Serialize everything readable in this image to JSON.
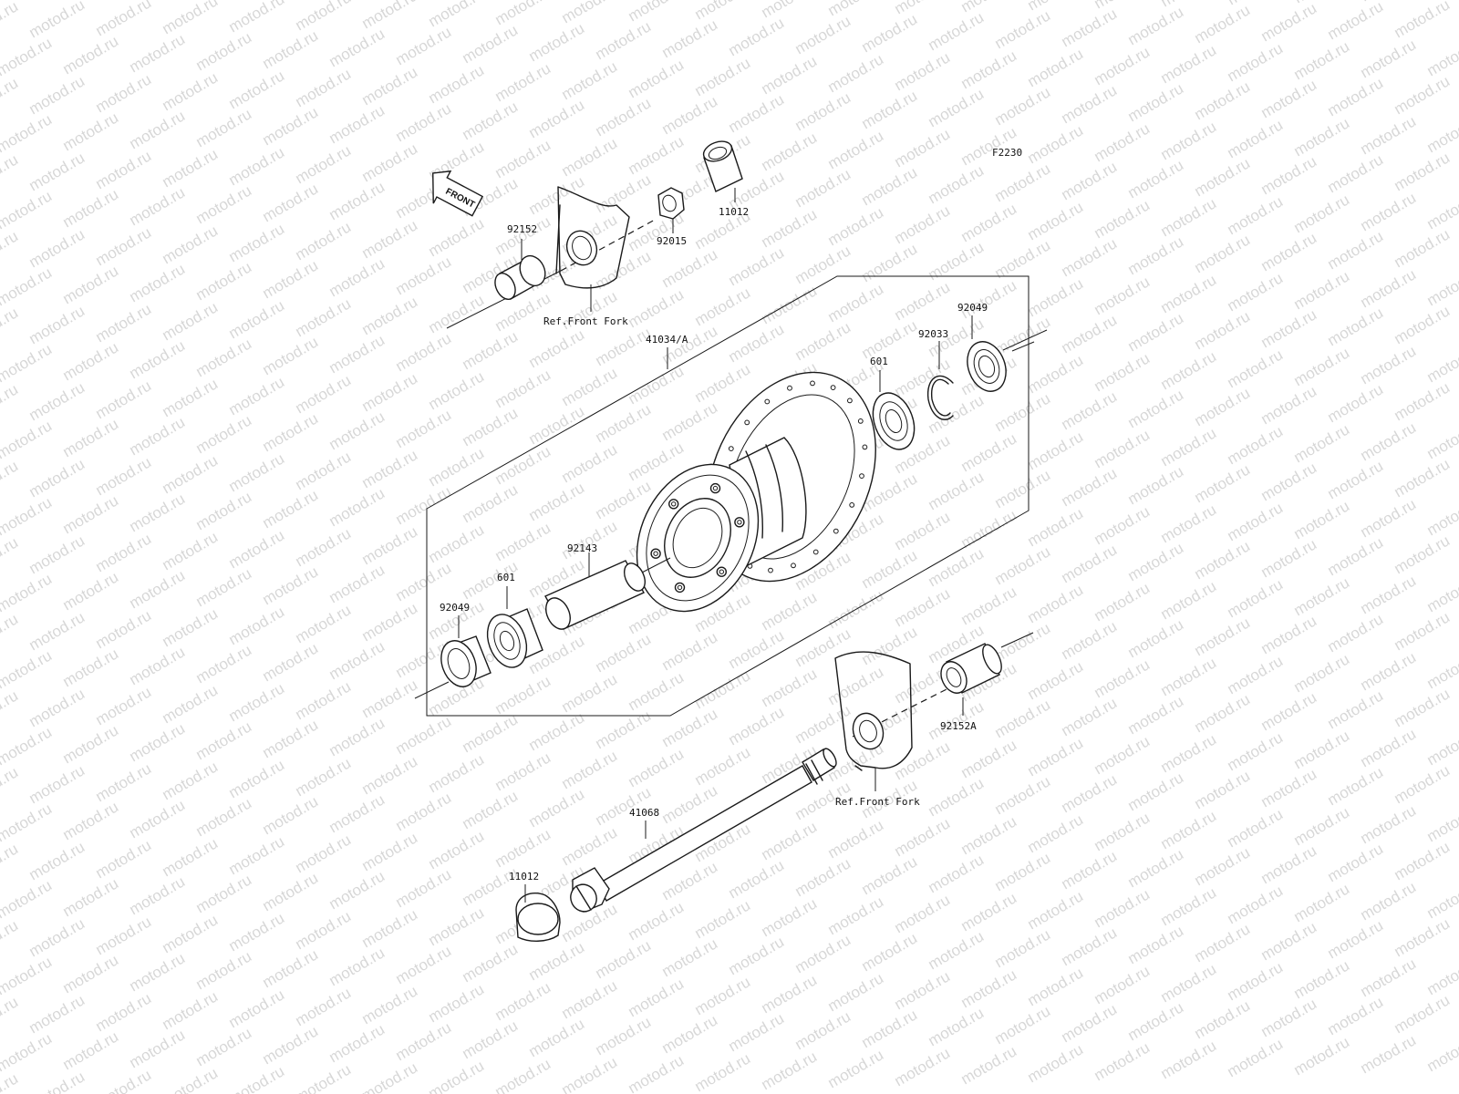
{
  "diagram_code": "F2230",
  "watermark": "motod.ru",
  "front_marker": "FRONT",
  "ref_labels": {
    "upper": "Ref.Front Fork",
    "lower": "Ref.Front Fork"
  },
  "parts": {
    "cap_top": "11012",
    "nut_top": "92015",
    "collar_left": "92152",
    "hub_assembly": "41034/A",
    "seal_right": "92049",
    "circlip": "92033",
    "bearing_right": "601",
    "spacer": "92143",
    "bearing_left": "601",
    "seal_left": "92049",
    "collar_right": "92152A",
    "axle": "41068",
    "cap_bottom": "11012"
  }
}
